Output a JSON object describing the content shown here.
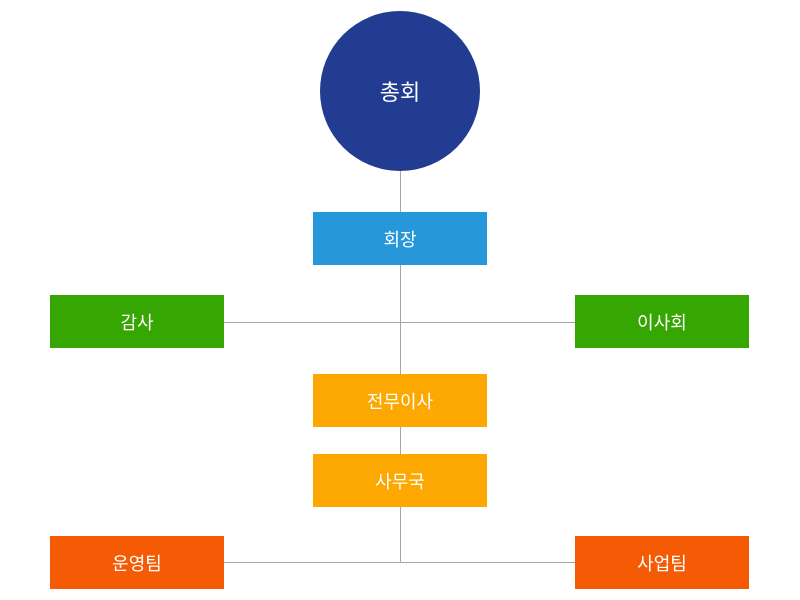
{
  "org_chart": {
    "general_assembly": {
      "label": "총회",
      "color": "#213c90"
    },
    "chairman": {
      "label": "회장",
      "color": "#2698d9"
    },
    "auditor": {
      "label": "감사",
      "color": "#36a602"
    },
    "board": {
      "label": "이사회",
      "color": "#36a602"
    },
    "executive_director": {
      "label": "전무이사",
      "color": "#fca800"
    },
    "secretariat": {
      "label": "사무국",
      "color": "#fca800"
    },
    "operations_team": {
      "label": "운영팀",
      "color": "#f55b05"
    },
    "business_team": {
      "label": "사업팀",
      "color": "#f55b05"
    }
  }
}
